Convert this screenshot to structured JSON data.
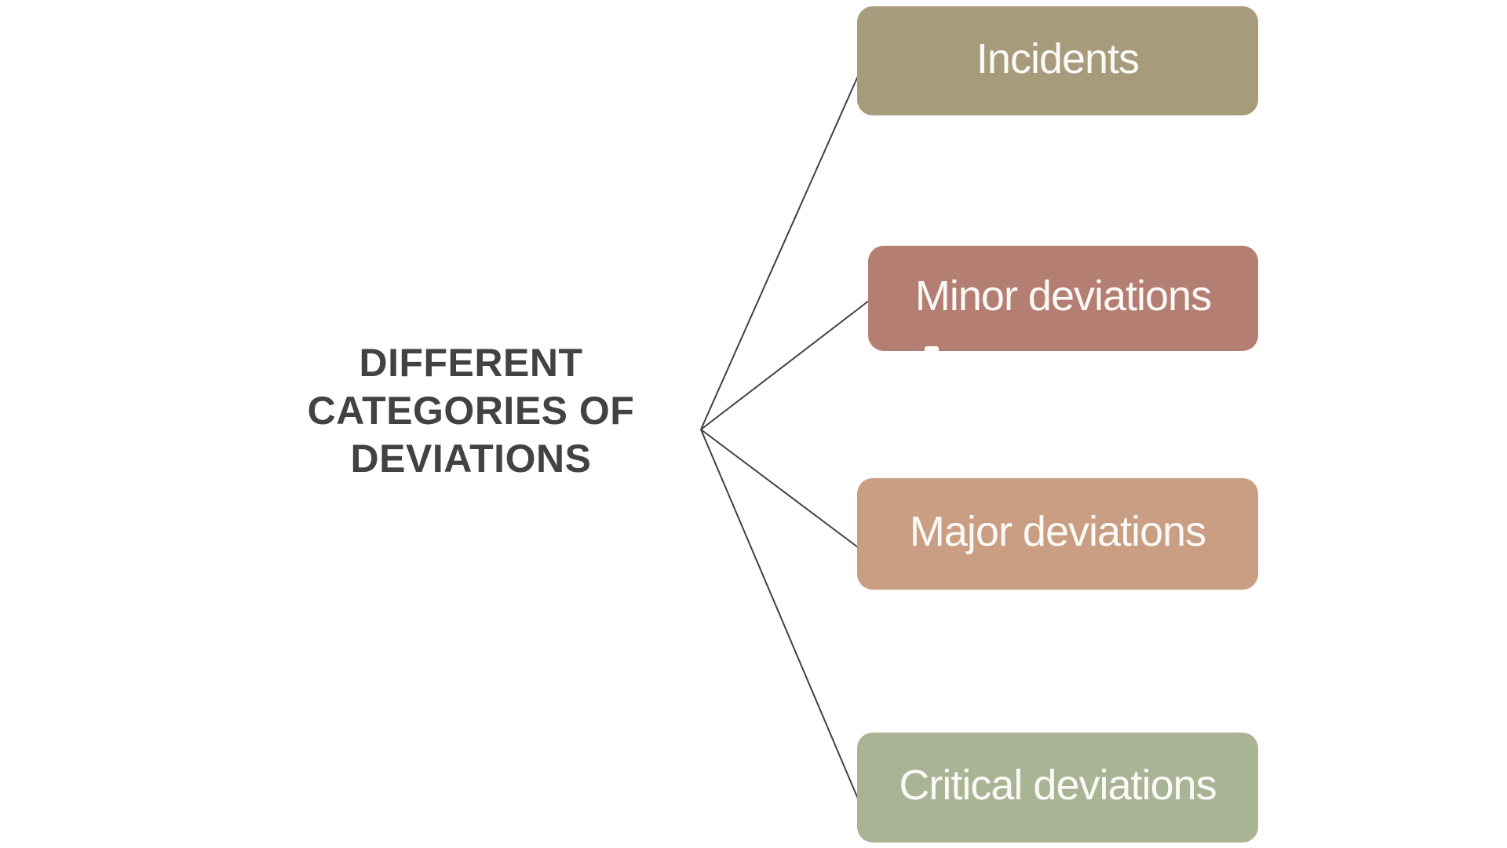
{
  "diagram": {
    "title": {
      "line1": "DIFFERENT",
      "line2": "CATEGORIES OF",
      "line3": "DEVIATIONS"
    },
    "title_color": "#424242",
    "connector_color": "#414141",
    "background_color": "#ffffff",
    "label_text_color": "#fbfaf7",
    "nodes": [
      {
        "label": "Incidents",
        "color": "#a79b7c"
      },
      {
        "label": "Minor deviations",
        "color": "#b57e72"
      },
      {
        "label": "Major deviations",
        "color": "#c99e83"
      },
      {
        "label": "Critical deviations",
        "color": "#a9b495"
      }
    ]
  }
}
